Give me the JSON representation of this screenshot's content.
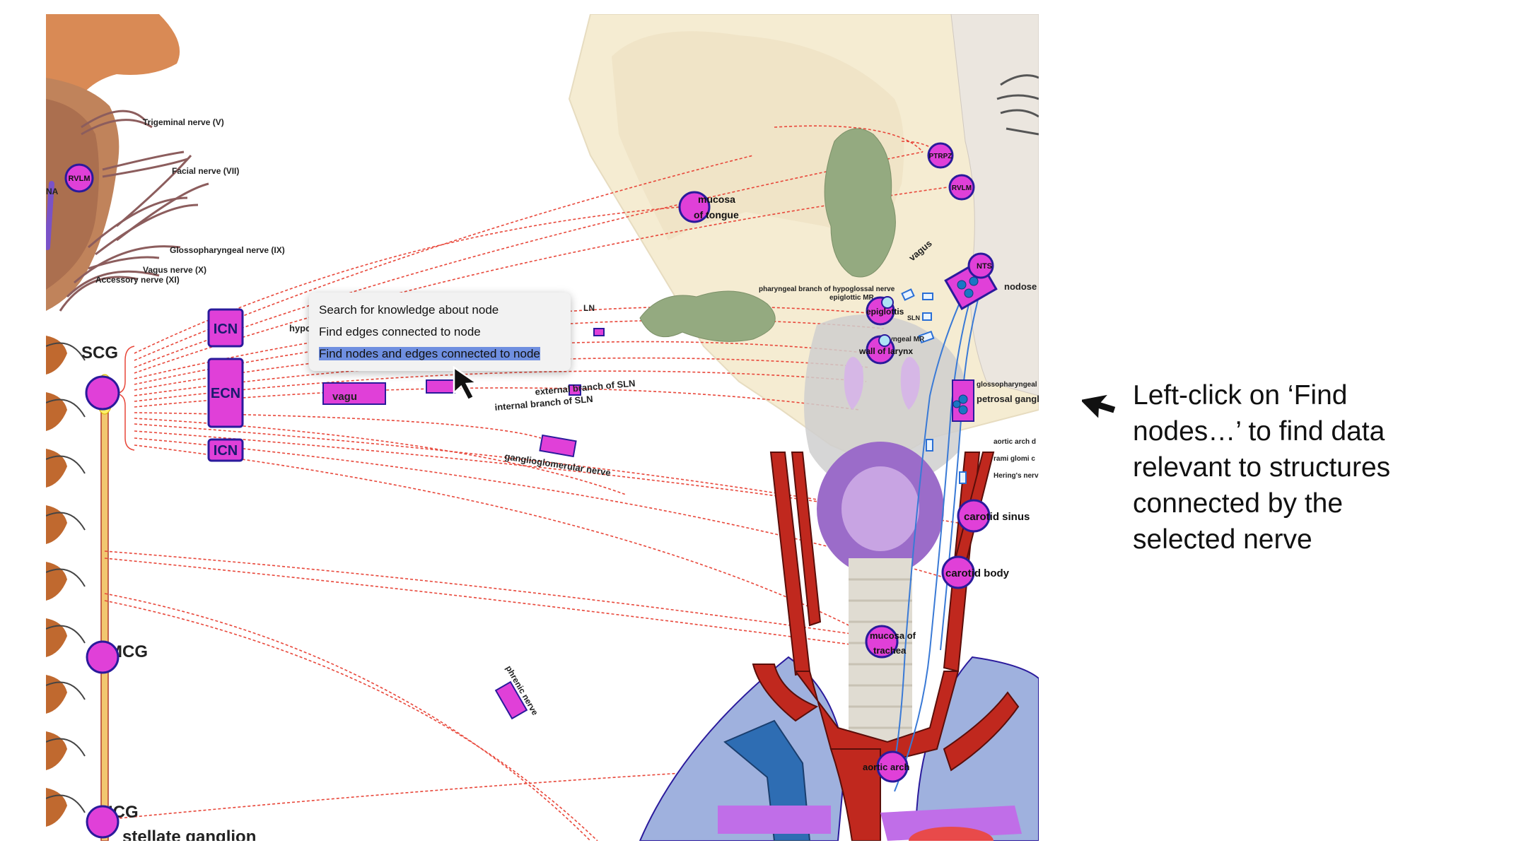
{
  "diagram": {
    "labels": {
      "trigeminal": "Trigeminal nerve (V)",
      "facial": "Facial nerve (VII)",
      "glossopharyngeal": "Glossopharyngeal nerve (IX)",
      "vagus_x": "Vagus nerve (X)",
      "accessory": "Accessory nerve (XI)",
      "na": "NA",
      "scg": "SCG",
      "mcg": "MCG",
      "icg": "ICG",
      "stellate": "stellate ganglion",
      "icn_top": "ICN",
      "ecn": "ECN",
      "icn_bottom": "ICN",
      "hypo": "hypo",
      "vagus_box": "vagu",
      "sln_top": "LN",
      "external_sln": "external branch of SLN",
      "internal_sln": "internal branch of SLN",
      "ganglioglomerular": "ganglioglomerular nerve",
      "phrenic": "phrenic nerve",
      "pharyngeal_branch": "pharyngeal branch of hypoglossal nerve",
      "epiglottic_mr": "epiglottic MR",
      "vagus_label": "vagus",
      "nodose": "nodose g",
      "sln_small": "SLN",
      "laryngeal_mr": "laryngeal MR",
      "glossopharyngeal_small": "glossopharyngeal",
      "petrosal": "petrosal gangl",
      "aortic_arch_d": "aortic arch d",
      "rami_glomi": "rami glomi c",
      "herings": "Hering's nerv"
    },
    "nodes": {
      "rvlm_left": "RVLM",
      "rvlm_right": "RVLM",
      "ptrpz": "PTRPZ",
      "nts": "NTS",
      "mucosa_tongue_1": "mucosa",
      "mucosa_tongue_2": "of tongue",
      "epiglottis": "epiglottis",
      "wall_larynx": "wall of larynx",
      "carotid_sinus": "carotid sinus",
      "carotid_body": "carotid body",
      "mucosa_trachea_1": "mucosa of",
      "mucosa_trachea_2": "trachea",
      "aortic_arch": "aortic arch"
    }
  },
  "context_menu": {
    "items": [
      {
        "label": "Search for knowledge about node"
      },
      {
        "label": "Find edges connected to node"
      },
      {
        "label": "Find nodes and edges connected to node"
      }
    ],
    "highlighted_index": 2
  },
  "instruction": {
    "text": "Left-click on ‘Find nodes…’ to find data relevant to structures connected by the selected nerve"
  },
  "colors": {
    "node_fill": "#e040d8",
    "node_stroke": "#2a1a9c",
    "edge": "#e8473a",
    "highlight": "#6f8fe0",
    "artery": "#c0281e",
    "face": "#f5ecd2"
  }
}
